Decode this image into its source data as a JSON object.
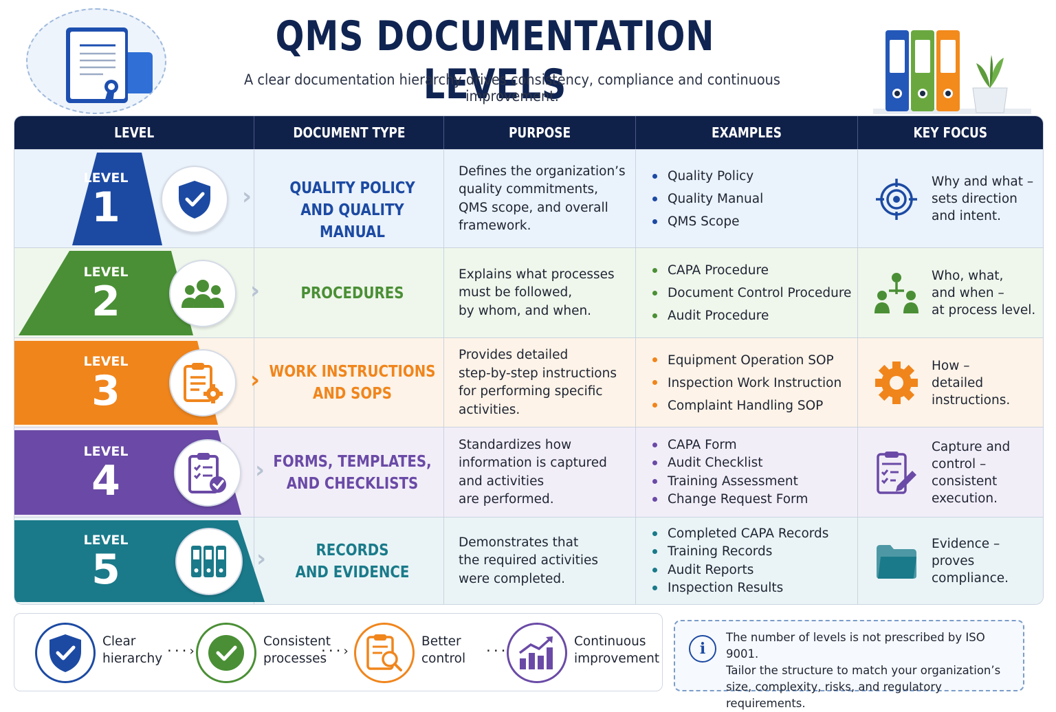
{
  "header": {
    "title": "QMS DOCUMENTATION LEVELS",
    "subtitle": "A clear documentation hierarchy drives consistency, compliance and continuous improvement."
  },
  "table": {
    "headers": [
      "LEVEL",
      "DOCUMENT TYPE",
      "PURPOSE",
      "EXAMPLES",
      "KEY FOCUS"
    ],
    "rows": [
      {
        "level_word": "LEVEL",
        "level_num": "1",
        "color": "#1c4aa3",
        "bg": "#eaf2fb",
        "icon": "shield-check-icon",
        "doc_type": [
          "QUALITY POLICY",
          "AND QUALITY MANUAL"
        ],
        "purpose": [
          "Defines the organization’s",
          "quality commitments,",
          "QMS scope, and overall",
          "framework."
        ],
        "examples": [
          "Quality Policy",
          "Quality Manual",
          "QMS Scope"
        ],
        "key_focus_icon": "target-icon",
        "key_focus": [
          "Why and what –",
          "sets direction",
          "and intent."
        ]
      },
      {
        "level_word": "LEVEL",
        "level_num": "2",
        "color": "#4a8f35",
        "bg": "#eff6ec",
        "icon": "team-icon",
        "doc_type": [
          "PROCEDURES"
        ],
        "purpose": [
          "Explains what processes",
          "must be followed,",
          "by whom, and when."
        ],
        "examples": [
          "CAPA Procedure",
          "Document Control Procedure",
          "Audit Procedure"
        ],
        "key_focus_icon": "org-chart-icon",
        "key_focus": [
          "Who, what,",
          "and when –",
          "at process level."
        ]
      },
      {
        "level_word": "LEVEL",
        "level_num": "3",
        "color": "#f0851c",
        "bg": "#fdf3e8",
        "icon": "clipboard-gear-icon",
        "doc_type": [
          "WORK INSTRUCTIONS",
          "AND SOPS"
        ],
        "purpose": [
          "Provides detailed",
          "step-by-step instructions",
          "for performing specific",
          "activities."
        ],
        "examples": [
          "Equipment Operation SOP",
          "Inspection Work Instruction",
          "Complaint Handling SOP"
        ],
        "key_focus_icon": "gear-icon",
        "key_focus": [
          "How –",
          "detailed",
          "instructions."
        ]
      },
      {
        "level_word": "LEVEL",
        "level_num": "4",
        "color": "#6a4aa6",
        "bg": "#f2eef8",
        "icon": "clipboard-check-icon",
        "doc_type": [
          "FORMS, TEMPLATES,",
          "AND CHECKLISTS"
        ],
        "purpose": [
          "Standardizes how",
          "information is captured",
          "and activities",
          "are performed."
        ],
        "examples": [
          "CAPA Form",
          "Audit Checklist",
          "Training Assessment",
          "Change Request Form"
        ],
        "key_focus_icon": "checklist-pen-icon",
        "key_focus": [
          "Capture and",
          "control –",
          "consistent",
          "execution."
        ]
      },
      {
        "level_word": "LEVEL",
        "level_num": "5",
        "color": "#1a7a8a",
        "bg": "#eaf4f6",
        "icon": "binders-icon",
        "doc_type": [
          "RECORDS",
          "AND EVIDENCE"
        ],
        "purpose": [
          "Demonstrates that",
          "the required activities",
          "were completed."
        ],
        "examples": [
          "Completed CAPA Records",
          "Training Records",
          "Audit Reports",
          "Inspection Results"
        ],
        "key_focus_icon": "folder-icon",
        "key_focus": [
          "Evidence –",
          "proves",
          "compliance."
        ]
      }
    ]
  },
  "benefits": [
    {
      "icon": "shield-check-icon",
      "color": "#1c4aa3",
      "label": [
        "Clear",
        "hierarchy"
      ]
    },
    {
      "icon": "check-circle-icon",
      "color": "#4a8f35",
      "label": [
        "Consistent",
        "processes"
      ]
    },
    {
      "icon": "clipboard-search-icon",
      "color": "#f0851c",
      "label": [
        "Better",
        "control"
      ]
    },
    {
      "icon": "growth-chart-icon",
      "color": "#6a4aa6",
      "label": [
        "Continuous",
        "improvement"
      ]
    }
  ],
  "note": {
    "icon": "info-icon",
    "lines": [
      "The number of levels is not prescribed by ISO 9001.",
      "Tailor the structure to match your organization’s",
      "size, complexity, risks, and regulatory requirements."
    ]
  }
}
